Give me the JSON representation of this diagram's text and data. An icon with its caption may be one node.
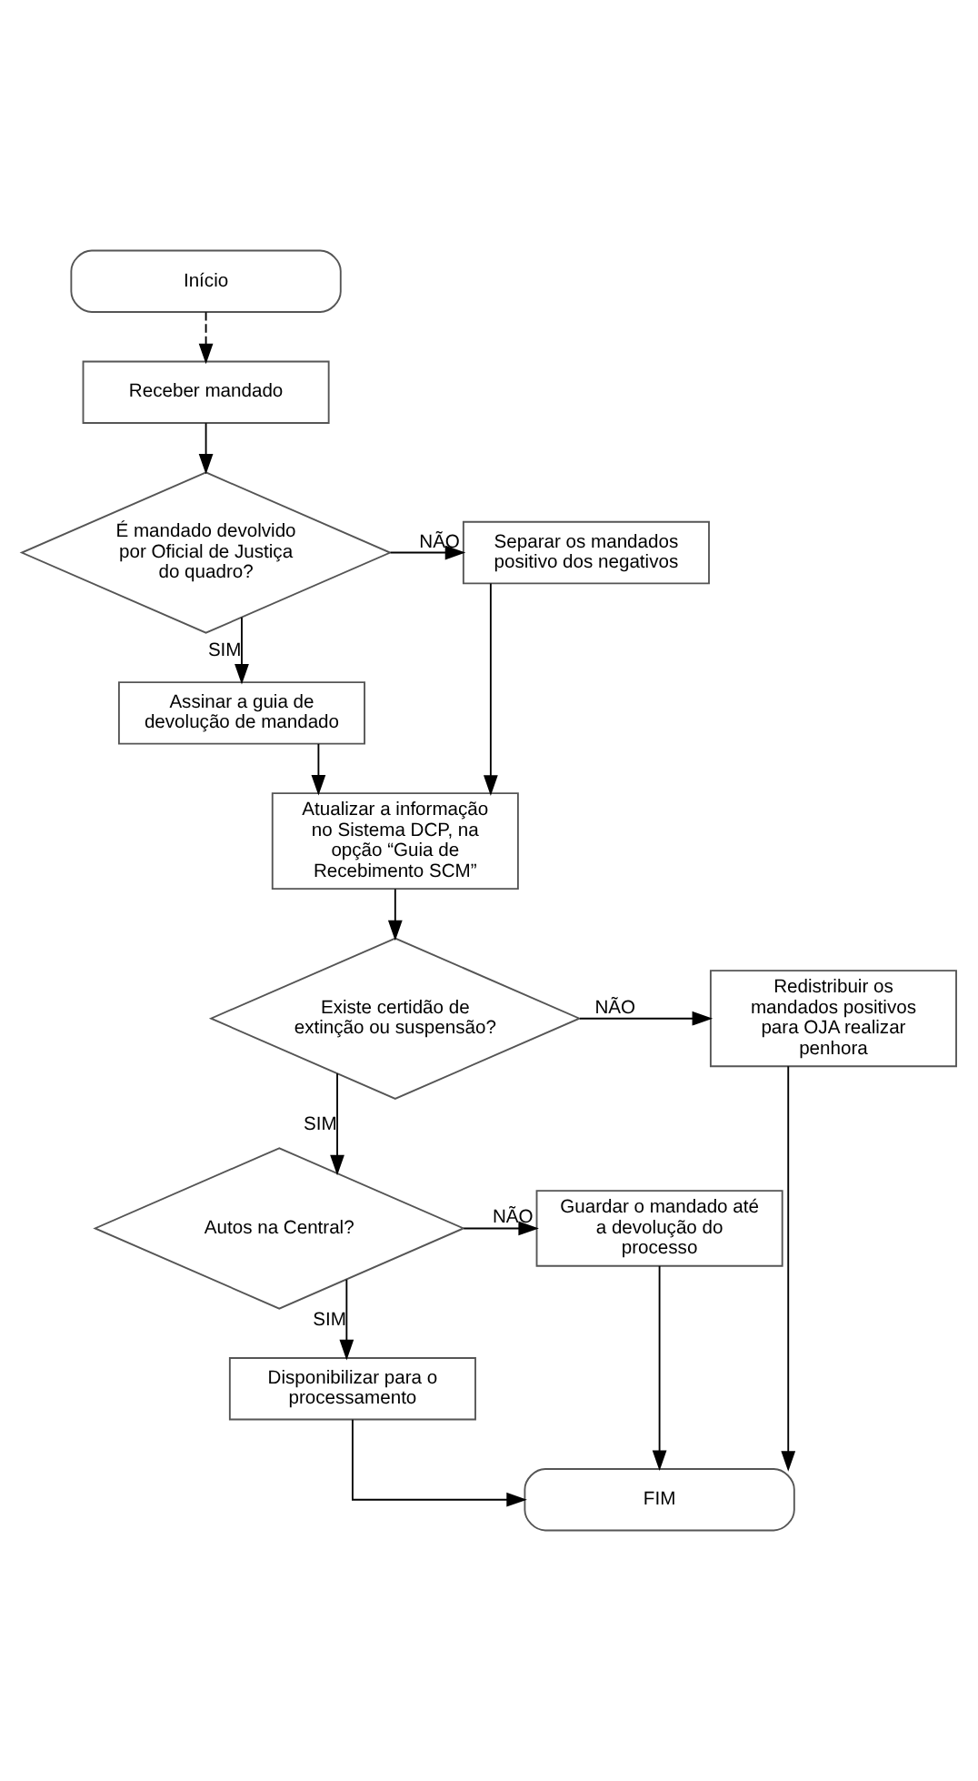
{
  "diagram": {
    "nodes": [
      {
        "text": [
          "Início"
        ]
      },
      {
        "text": [
          "Receber mandado"
        ]
      },
      {
        "text": [
          "É mandado devolvido por Oficial de Justiça do quadro?"
        ]
      },
      {
        "text": [
          "Separar os mandados positivo dos negativos"
        ]
      },
      {
        "text": [
          "Assinar a guia de devolução de mandado"
        ]
      },
      {
        "text": [
          "Atualizar a informação no Sistema DCP, na opção “Guia de Recebimento SCM”"
        ]
      },
      {
        "text": [
          "Existe certidão de extinção ou suspensão?"
        ]
      },
      {
        "text": [
          "Redistribuir os mandados positivos para OJA realizar penhora"
        ]
      },
      {
        "text": [
          "Autos na Central?"
        ]
      },
      {
        "text": [
          "Guardar o mandado até a devolução do processo"
        ]
      },
      {
        "text": [
          "Disponibilizar para o processamento"
        ]
      },
      {
        "text": [
          "FIM"
        ]
      }
    ],
    "edges": [
      {
        "from": 0,
        "to": 1,
        "arrow": "to",
        "style": "dashed"
      },
      {
        "from": 1,
        "to": 2,
        "arrow": "to"
      },
      {
        "from": 2,
        "to": 3,
        "arrow": "to",
        "label": "NÃO"
      },
      {
        "from": 2,
        "to": 4,
        "arrow": "to",
        "label": "SIM"
      },
      {
        "from": 4,
        "to": 5,
        "arrow": "to"
      },
      {
        "from": 3,
        "to": 5,
        "arrow": "to"
      },
      {
        "from": 5,
        "to": 6,
        "arrow": "to"
      },
      {
        "from": 6,
        "to": 7,
        "arrow": "to",
        "label": "NÃO"
      },
      {
        "from": 6,
        "to": 8,
        "arrow": "to",
        "label": "SIM"
      },
      {
        "from": 8,
        "to": 9,
        "arrow": "to",
        "label": "NÃO"
      },
      {
        "from": 8,
        "to": 10,
        "arrow": "to",
        "label": "SIM"
      },
      {
        "from": 10,
        "to": 11,
        "arrow": "to"
      },
      {
        "from": 7,
        "to": 11,
        "arrow": "to"
      },
      {
        "from": 9,
        "to": 11,
        "arrow": "to"
      }
    ]
  }
}
